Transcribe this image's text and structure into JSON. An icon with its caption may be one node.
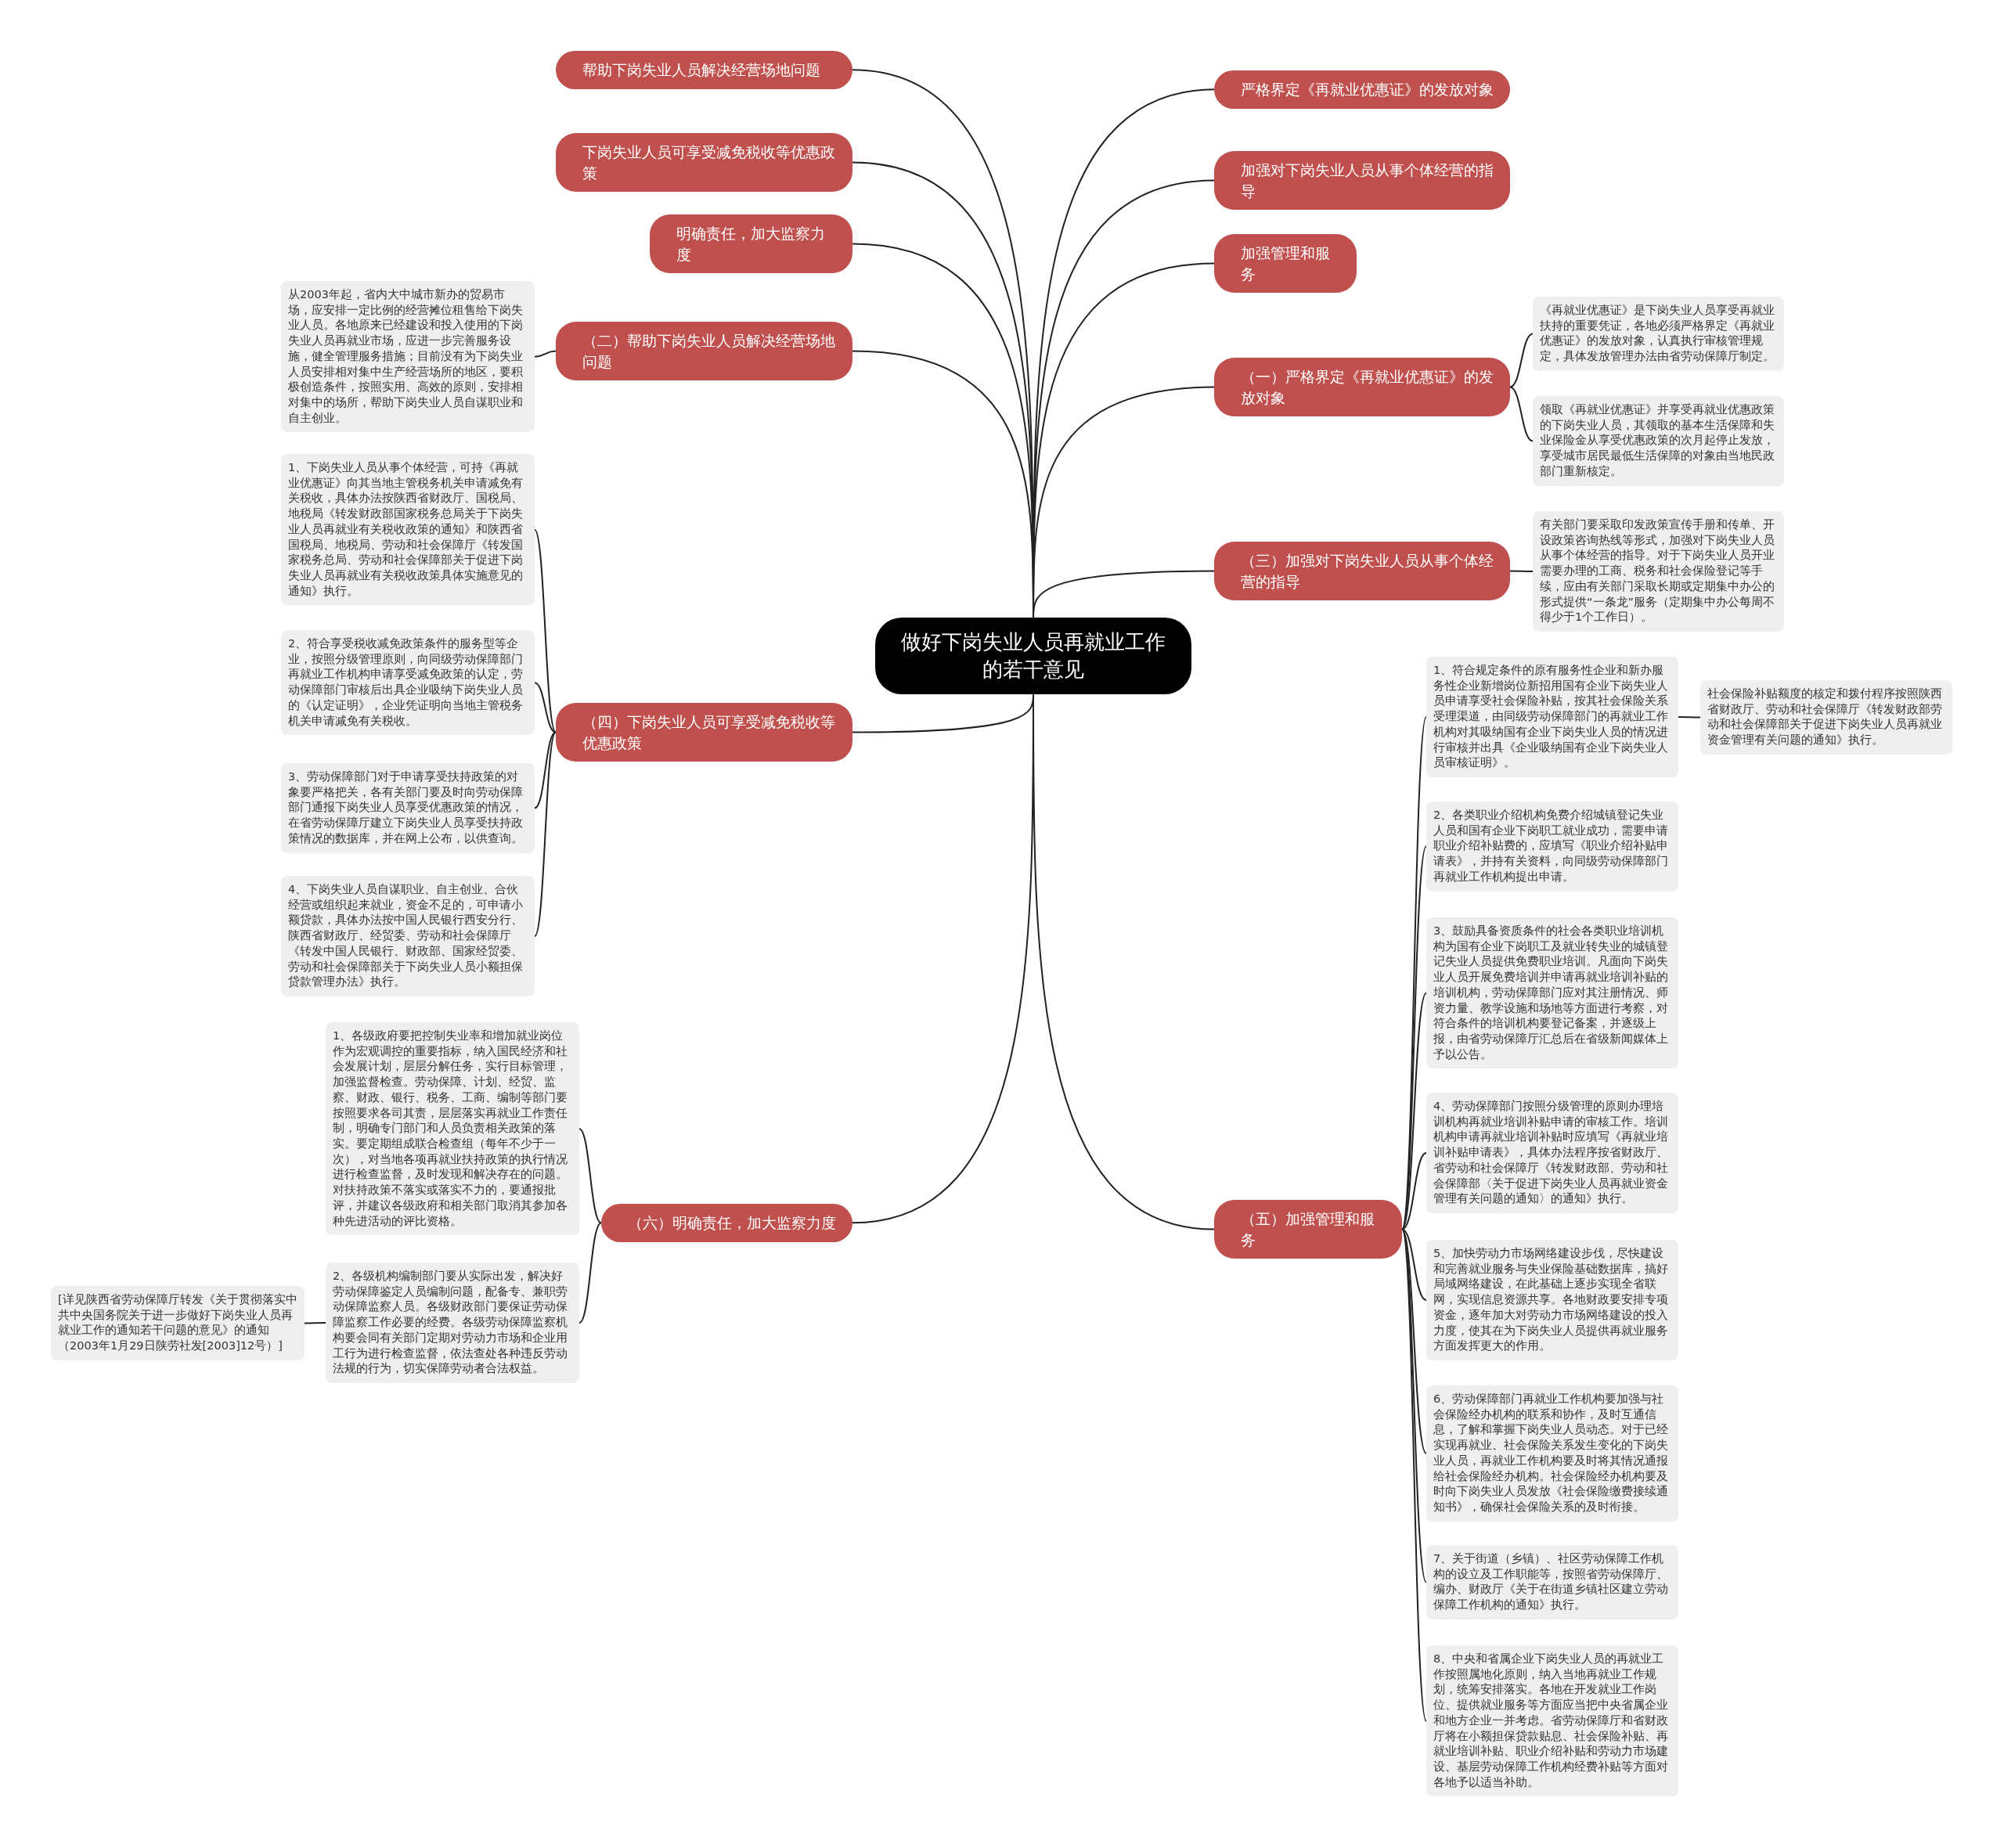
{
  "diagram": {
    "nodes": [
      {
        "text": [
          "做好下岗失业人员再就业工作的若干意见"
        ]
      },
      {
        "text": [
          "帮助下岗失业人员解决经营场地问题"
        ]
      },
      {
        "text": [
          "下岗失业人员可享受减免税收等优惠政策"
        ]
      },
      {
        "text": [
          "明确责任，加大监察力度"
        ]
      },
      {
        "text": [
          "（二）帮助下岗失业人员解决经营场地问题"
        ]
      },
      {
        "text": [
          "从2003年起，省内大中城市新办的贸易市场，应安排一定比例的经营摊位租售给下岗失业人员。各地原来已经建设和投入使用的下岗失业人员再就业市场，应进一步完善服务设施，健全管理服务措施；目前没有为下岗失业人员安排相对集中生产经营场所的地区，要积极创造条件，按照实用、高效的原则，安排相对集中的场所，帮助下岗失业人员自谋职业和自主创业。"
        ]
      },
      {
        "text": [
          "（四）下岗失业人员可享受减免税收等优惠政策"
        ]
      },
      {
        "text": [
          "1、下岗失业人员从事个体经营，可持《再就业优惠证》向其当地主管税务机关申请减免有关税收，具体办法按陕西省财政厅、国税局、地税局《转发财政部国家税务总局关于下岗失业人员再就业有关税收政策的通知》和陕西省国税局、地税局、劳动和社会保障厅《转发国家税务总局、劳动和社会保障部关于促进下岗失业人员再就业有关税收政策具体实施意见的通知》执行。"
        ]
      },
      {
        "text": [
          "2、符合享受税收减免政策条件的服务型等企业，按照分级管理原则，向同级劳动保障部门再就业工作机构申请享受减免政策的认定，劳动保障部门审核后出具企业吸纳下岗失业人员的《认定证明》，企业凭证明向当地主管税务机关申请减免有关税收。"
        ]
      },
      {
        "text": [
          "3、劳动保障部门对于申请享受扶持政策的对象要严格把关，各有关部门要及时向劳动保障部门通报下岗失业人员享受优惠政策的情况，在省劳动保障厅建立下岗失业人员享受扶持政策情况的数据库，并在网上公布，以供查询。"
        ]
      },
      {
        "text": [
          "4、下岗失业人员自谋职业、自主创业、合伙经营或组织起来就业，资金不足的，可申请小额贷款，具体办法按中国人民银行西安分行、陕西省财政厅、经贸委、劳动和社会保障厅《转发中国人民银行、财政部、国家经贸委、劳动和社会保障部关于下岗失业人员小额担保贷款管理办法》执行。"
        ]
      },
      {
        "text": [
          "（六）明确责任，加大监察力度"
        ]
      },
      {
        "text": [
          "1、各级政府要把控制失业率和增加就业岗位作为宏观调控的重要指标，纳入国民经济和社会发展计划，层层分解任务，实行目标管理，加强监督检查。劳动保障、计划、经贸、监察、财政、银行、税务、工商、编制等部门要按照要求各司其责，层层落实再就业工作责任制，明确专门部门和人员负责相关政策的落实。要定期组成联合检查组（每年不少于一次），对当地各项再就业扶持政策的执行情况进行检查监督，及时发现和解决存在的问题。对扶持政策不落实或落实不力的，要通报批评，并建议各级政府和相关部门取消其参加各种先进活动的评比资格。"
        ]
      },
      {
        "text": [
          "2、各级机构编制部门要从实际出发，解决好劳动保障鉴定人员编制问题，配备专、兼职劳动保障监察人员。各级财政部门要保证劳动保障监察工作必要的经费。各级劳动保障监察机构要会同有关部门定期对劳动力市场和企业用工行为进行检查监督，依法查处各种违反劳动法规的行为，切实保障劳动者合法权益。"
        ]
      },
      {
        "text": [
          "[详见陕西省劳动保障厅转发《关于贯彻落实中共中央国务院关于进一步做好下岗失业人员再就业工作的通知若干问题的意见》的通知（2003年1月29日陕劳社发[2003]12号）]"
        ]
      },
      {
        "text": [
          "严格界定《再就业优惠证》的发放对象"
        ]
      },
      {
        "text": [
          "加强对下岗失业人员从事个体经营的指导"
        ]
      },
      {
        "text": [
          "加强管理和服务"
        ]
      },
      {
        "text": [
          "（一）严格界定《再就业优惠证》的发放对象"
        ]
      },
      {
        "text": [
          "《再就业优惠证》是下岗失业人员享受再就业扶持的重要凭证，各地必须严格界定《再就业优惠证》的发放对象，认真执行审核管理规定，具体发放管理办法由省劳动保障厅制定。"
        ]
      },
      {
        "text": [
          "领取《再就业优惠证》并享受再就业优惠政策的下岗失业人员，其领取的基本生活保障和失业保险金从享受优惠政策的次月起停止发放，享受城市居民最低生活保障的对象由当地民政部门重新核定。"
        ]
      },
      {
        "text": [
          "（三）加强对下岗失业人员从事个体经营的指导"
        ]
      },
      {
        "text": [
          "有关部门要采取印发政策宣传手册和传单、开设政策咨询热线等形式，加强对下岗失业人员从事个体经营的指导。对于下岗失业人员开业需要办理的工商、税务和社会保险登记等手续，应由有关部门采取长期或定期集中办公的形式提供“一条龙”服务（定期集中办公每周不得少于1个工作日）。"
        ]
      },
      {
        "text": [
          "（五）加强管理和服务"
        ]
      },
      {
        "text": [
          "1、符合规定条件的原有服务性企业和新办服务性企业新增岗位新招用国有企业下岗失业人员申请享受社会保险补贴，按其社会保险关系受理渠道，由同级劳动保障部门的再就业工作机构对其吸纳国有企业下岗失业人员的情况进行审核并出具《企业吸纳国有企业下岗失业人员审核证明》。"
        ]
      },
      {
        "text": [
          "社会保险补贴额度的核定和拨付程序按照陕西省财政厅、劳动和社会保障厅《转发财政部劳动和社会保障部关于促进下岗失业人员再就业资金管理有关问题的通知》执行。"
        ]
      },
      {
        "text": [
          "2、各类职业介绍机构免费介绍城镇登记失业人员和国有企业下岗职工就业成功，需要申请职业介绍补贴费的，应填写《职业介绍补贴申请表》，并持有关资料，向同级劳动保障部门再就业工作机构提出申请。"
        ]
      },
      {
        "text": [
          "3、鼓励具备资质条件的社会各类职业培训机构为国有企业下岗职工及就业转失业的城镇登记失业人员提供免费职业培训。凡面向下岗失业人员开展免费培训并申请再就业培训补贴的培训机构，劳动保障部门应对其注册情况、师资力量、教学设施和场地等方面进行考察，对符合条件的培训机构要登记备案，并逐级上报，由省劳动保障厅汇总后在省级新闻媒体上予以公告。"
        ]
      },
      {
        "text": [
          "4、劳动保障部门按照分级管理的原则办理培训机构再就业培训补贴申请的审核工作。培训机构申请再就业培训补贴时应填写《再就业培训补贴申请表》，具体办法程序按省财政厅、省劳动和社会保障厅《转发财政部、劳动和社会保障部〈关于促进下岗失业人员再就业资金管理有关问题的通知〉的通知》执行。"
        ]
      },
      {
        "text": [
          "5、加快劳动力市场网络建设步伐，尽快建设和完善就业服务与失业保险基础数据库，搞好局域网络建设，在此基础上逐步实现全省联网，实现信息资源共享。各地财政要安排专项资金，逐年加大对劳动力市场网络建设的投入力度，使其在为下岗失业人员提供再就业服务方面发挥更大的作用。"
        ]
      },
      {
        "text": [
          "6、劳动保障部门再就业工作机构要加强与社会保险经办机构的联系和协作，及时互通信息，了解和掌握下岗失业人员动态。对于已经实现再就业、社会保险关系发生变化的下岗失业人员，再就业工作机构要及时将其情况通报给社会保险经办机构。社会保险经办机构要及时向下岗失业人员发放《社会保险缴费接续通知书》，确保社会保险关系的及时衔接。"
        ]
      },
      {
        "text": [
          "7、关于街道（乡镇）、社区劳动保障工作机构的设立及工作职能等，按照省劳动保障厅、编办、财政厅《关于在街道乡镇社区建立劳动保障工作机构的通知》执行。"
        ]
      },
      {
        "text": [
          "8、中央和省属企业下岗失业人员的再就业工作按照属地化原则，纳入当地再就业工作规划，统筹安排落实。各地在开发就业工作岗位、提供就业服务等方面应当把中央省属企业和地方企业一并考虑。省劳动保障厅和省财政厅将在小额担保贷款贴息、社会保险补贴、再就业培训补贴、职业介绍补贴和劳动力市场建设、基层劳动保障工作机构经费补贴等方面对各地予以适当补助。"
        ]
      }
    ],
    "edges": [
      {
        "from": 0,
        "to": 1,
        "arrow": "none"
      },
      {
        "from": 0,
        "to": 2,
        "arrow": "none"
      },
      {
        "from": 0,
        "to": 3,
        "arrow": "none"
      },
      {
        "from": 0,
        "to": 4,
        "arrow": "none"
      },
      {
        "from": 0,
        "to": 6,
        "arrow": "none"
      },
      {
        "from": 0,
        "to": 11,
        "arrow": "none"
      },
      {
        "from": 0,
        "to": 15,
        "arrow": "none"
      },
      {
        "from": 0,
        "to": 16,
        "arrow": "none"
      },
      {
        "from": 0,
        "to": 17,
        "arrow": "none"
      },
      {
        "from": 0,
        "to": 18,
        "arrow": "none"
      },
      {
        "from": 0,
        "to": 21,
        "arrow": "none"
      },
      {
        "from": 0,
        "to": 23,
        "arrow": "none"
      },
      {
        "from": 4,
        "to": 5,
        "arrow": "none"
      },
      {
        "from": 6,
        "to": 7,
        "arrow": "none"
      },
      {
        "from": 6,
        "to": 8,
        "arrow": "none"
      },
      {
        "from": 6,
        "to": 9,
        "arrow": "none"
      },
      {
        "from": 6,
        "to": 10,
        "arrow": "none"
      },
      {
        "from": 11,
        "to": 12,
        "arrow": "none"
      },
      {
        "from": 11,
        "to": 13,
        "arrow": "none"
      },
      {
        "from": 13,
        "to": 14,
        "arrow": "none"
      },
      {
        "from": 18,
        "to": 19,
        "arrow": "none"
      },
      {
        "from": 18,
        "to": 20,
        "arrow": "none"
      },
      {
        "from": 21,
        "to": 22,
        "arrow": "none"
      },
      {
        "from": 23,
        "to": 24,
        "arrow": "none"
      },
      {
        "from": 24,
        "to": 25,
        "arrow": "none"
      },
      {
        "from": 23,
        "to": 26,
        "arrow": "none"
      },
      {
        "from": 23,
        "to": 27,
        "arrow": "none"
      },
      {
        "from": 23,
        "to": 28,
        "arrow": "none"
      },
      {
        "from": 23,
        "to": 29,
        "arrow": "none"
      },
      {
        "from": 23,
        "to": 30,
        "arrow": "none"
      },
      {
        "from": 23,
        "to": 31,
        "arrow": "none"
      },
      {
        "from": 23,
        "to": 32,
        "arrow": "none"
      }
    ]
  }
}
